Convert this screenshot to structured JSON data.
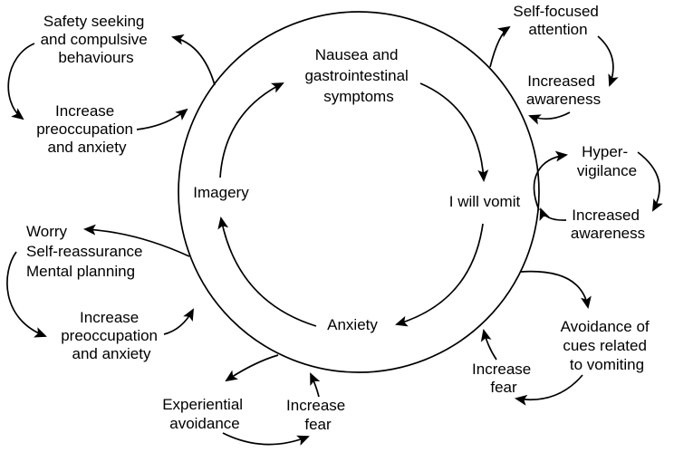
{
  "colors": {
    "ink": "#000000",
    "background": "#ffffff"
  },
  "inner": {
    "nausea": {
      "l1": "Nausea and",
      "l2": "gastrointestinal",
      "l3": "symptoms"
    },
    "vomit": {
      "l1": "I will vomit"
    },
    "anxiety": {
      "l1": "Anxiety"
    },
    "imagery": {
      "l1": "Imagery"
    }
  },
  "outer": {
    "safety": {
      "l1": "Safety seeking",
      "l2": "and compulsive",
      "l3": "behaviours"
    },
    "increase_preoccupation_top": {
      "l1": "Increase",
      "l2": "preoccupation",
      "l3": "and anxiety"
    },
    "self_focused": {
      "l1": "Self-focused",
      "l2": "attention"
    },
    "increased_awareness_top": {
      "l1": "Increased",
      "l2": "awareness"
    },
    "hyper_vigilance": {
      "l1": "Hyper-",
      "l2": "vigilance"
    },
    "increased_awareness_right": {
      "l1": "Increased",
      "l2": "awareness"
    },
    "avoidance_cues": {
      "l1": "Avoidance of",
      "l2": "cues related",
      "l3": "to vomiting"
    },
    "increase_fear_right": {
      "l1": "Increase",
      "l2": "fear"
    },
    "worry": {
      "l1": "Worry",
      "l2": "Self-reassurance",
      "l3": "Mental planning"
    },
    "increase_preoccupation_left": {
      "l1": "Increase",
      "l2": "preoccupation",
      "l3": "and anxiety"
    },
    "experiential_avoidance": {
      "l1": "Experiential",
      "l2": "avoidance"
    },
    "increase_fear_bottom": {
      "l1": "Increase",
      "l2": "fear"
    }
  }
}
